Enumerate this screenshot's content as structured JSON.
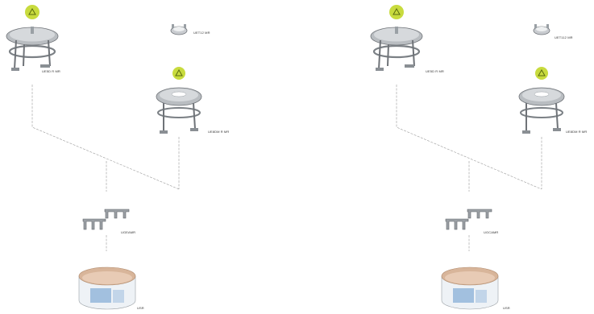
{
  "colors": {
    "badge": "#c8db3e",
    "metal": "#a9adb2",
    "metal_dark": "#6f7378",
    "line": "#9a9a9a",
    "sleeve_inner": "#d8b59a",
    "sleeve_label": "#8fb3da"
  },
  "diagrams": [
    {
      "labels": {
        "top_left_part": "UE5D R MR",
        "top_right_part": "UET12 MR",
        "mid_right_part": "UE8DM R MR",
        "brackets": "UGEAMR",
        "sleeve": "USR"
      }
    },
    {
      "labels": {
        "top_left_part": "UE5D R MR",
        "top_right_part": "UET112 MR",
        "mid_right_part": "UE8DM R MR",
        "brackets": "UGCAMR",
        "sleeve": "USR"
      }
    }
  ],
  "icons": [
    "recycle-badge-icon",
    "recycle-badge-icon"
  ]
}
